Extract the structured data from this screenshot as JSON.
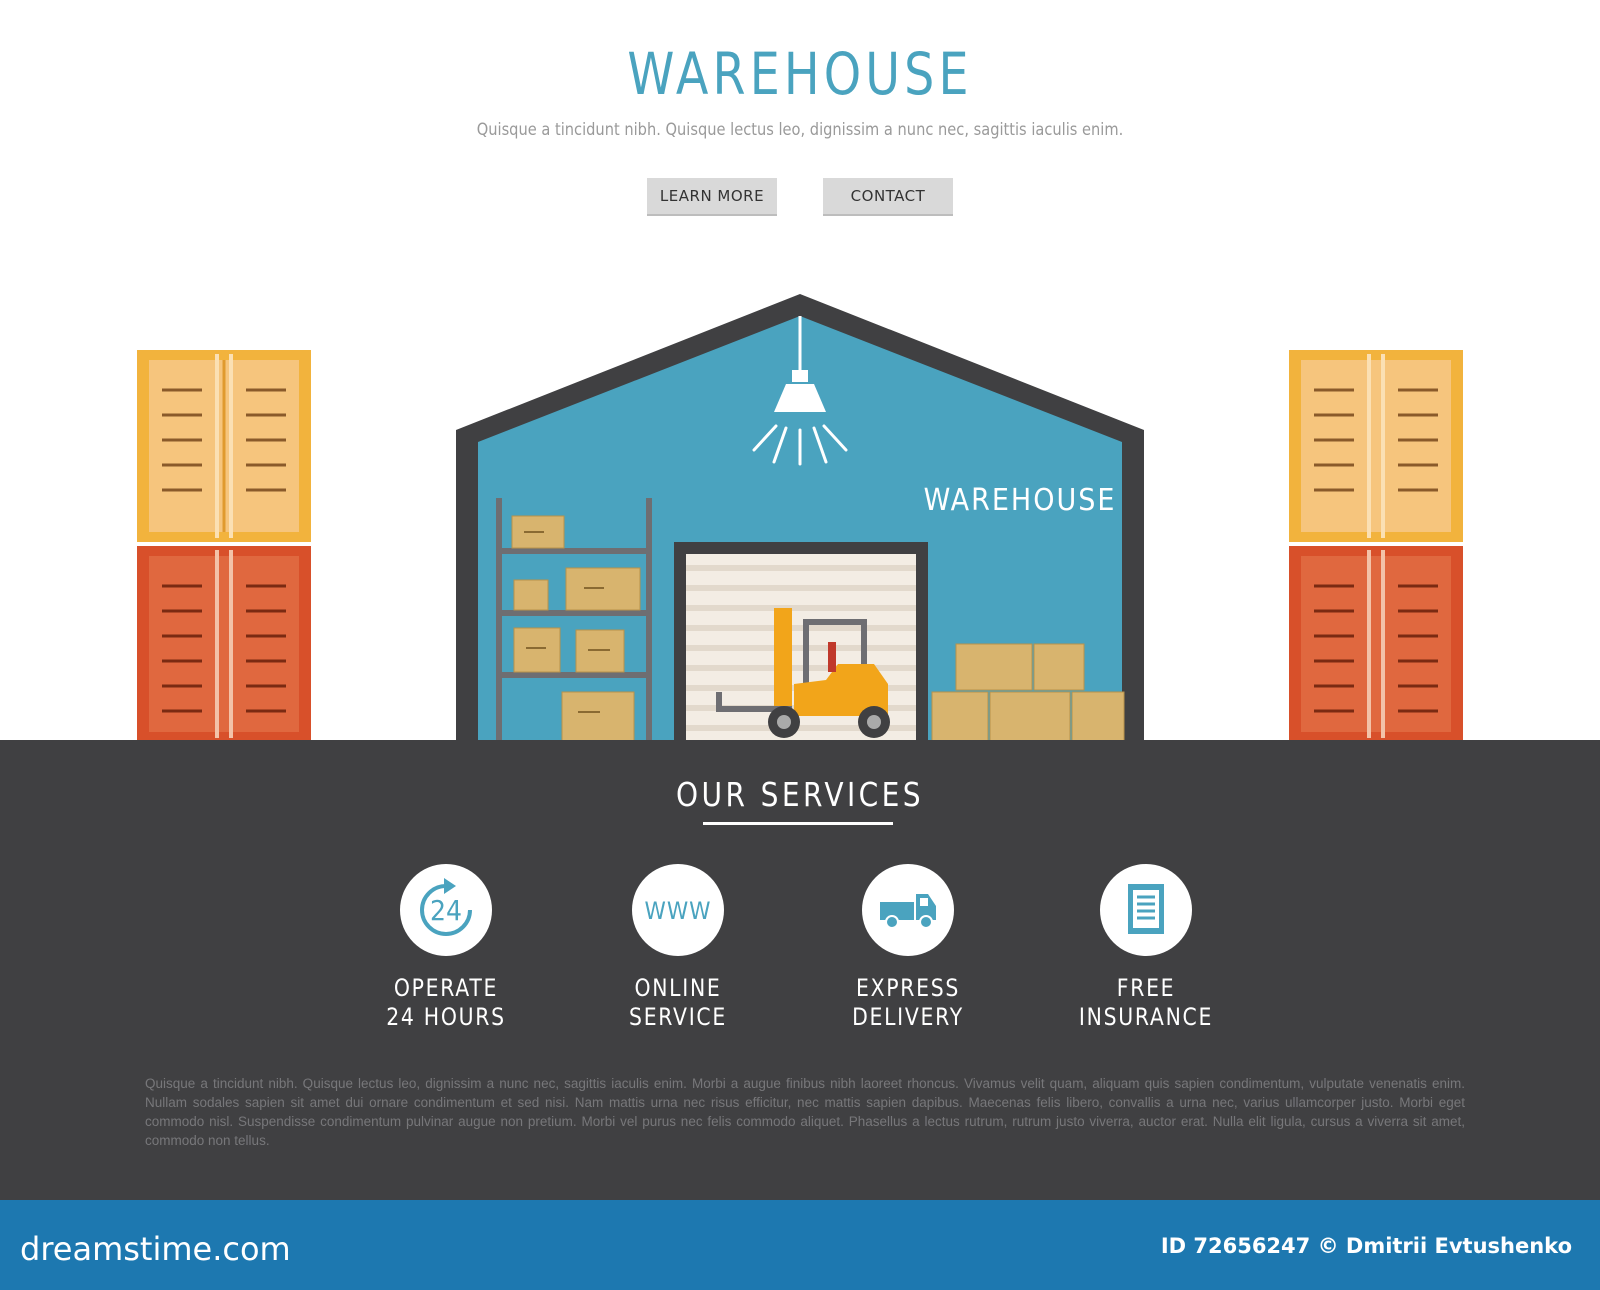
{
  "hero": {
    "title": "WAREHOUSE",
    "subtitle": "Quisque a tincidunt nibh. Quisque lectus leo, dignissim a nunc nec, sagittis iaculis enim.",
    "learn_more": "LEARN MORE",
    "contact": "CONTACT"
  },
  "illustration": {
    "building_sign": "WAREHOUSE",
    "clock_number": "24",
    "www_text": "WWW"
  },
  "services": {
    "title": "OUR SERVICES",
    "items": [
      {
        "line1": "OPERATE",
        "line2": "24 HOURS",
        "icon": "clock-24-icon"
      },
      {
        "line1": "ONLINE",
        "line2": "SERVICE",
        "icon": "www-icon"
      },
      {
        "line1": "EXPRESS",
        "line2": "DELIVERY",
        "icon": "truck-icon"
      },
      {
        "line1": "FREE",
        "line2": "INSURANCE",
        "icon": "document-icon"
      }
    ],
    "body_text": "Quisque a tincidunt nibh. Quisque lectus leo, dignissim a nunc nec, sagittis iaculis enim. Morbi a augue finibus nibh laoreet rhoncus. Vivamus velit quam, aliquam quis sapien condimentum, vulputate venenatis enim. Nullam sodales sapien sit amet dui ornare condimentum et sed nisi. Nam mattis urna nec risus efficitur, nec mattis sapien dapibus. Maecenas felis libero, convallis a urna nec, varius ullamcorper justo. Morbi eget commodo nisl. Suspendisse condimentum pulvinar augue non pretium. Morbi vel purus nec felis commodo aliquet. Phasellus a lectus rutrum, rutrum justo viverra, auctor erat. Nulla elit ligula, cursus a viverra sit amet, commodo non tellus."
  },
  "footer": {
    "brand": "dreamstime.com",
    "credit": "ID 72656247 © Dmitrii Evtushenko"
  },
  "colors": {
    "accent": "#4aa3bf",
    "dark": "#404042",
    "footer": "#1d78b0",
    "container_top": "#f2b33d",
    "container_bottom": "#d8502a"
  }
}
